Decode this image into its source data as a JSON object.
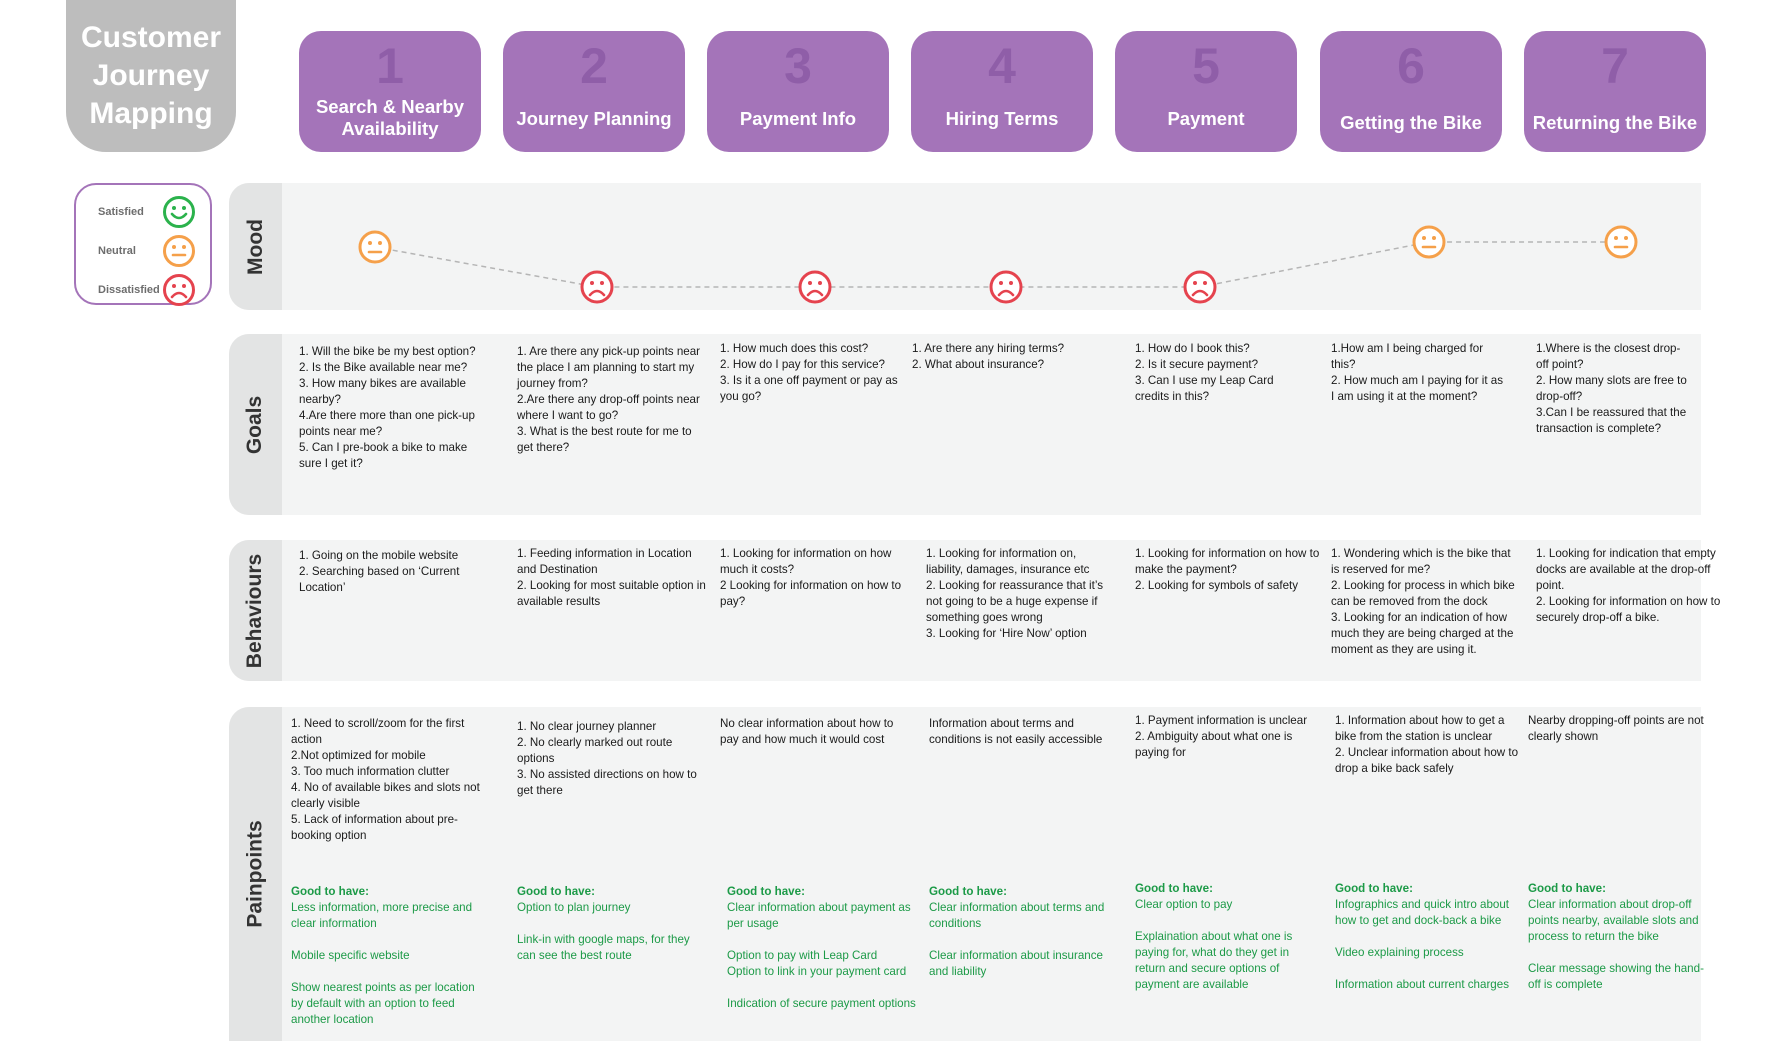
{
  "title": "Customer\nJourney\nMapping",
  "stages": [
    {
      "number": "1",
      "label": "Search & Nearby Availability"
    },
    {
      "number": "2",
      "label": "Journey Planning"
    },
    {
      "number": "3",
      "label": "Payment Info"
    },
    {
      "number": "4",
      "label": "Hiring Terms"
    },
    {
      "number": "5",
      "label": "Payment"
    },
    {
      "number": "6",
      "label": "Getting the Bike"
    },
    {
      "number": "7",
      "label": "Returning the Bike"
    }
  ],
  "legend": {
    "satisfied": "Satisfied",
    "neutral": "Neutral",
    "dissatisfied": "Dissatisfied"
  },
  "colors": {
    "satisfied": "#2bb24c",
    "neutral": "#f5a04a",
    "dissatisfied": "#e5434e",
    "stage": "#a474b9",
    "good_to_have": "#1c9a47"
  },
  "rows": {
    "mood": "Mood",
    "goals": "Goals",
    "behaviours": "Behaviours",
    "painpoints": "Painpoints"
  },
  "mood": [
    "neutral",
    "dissatisfied",
    "dissatisfied",
    "dissatisfied",
    "dissatisfied",
    "neutral",
    "neutral"
  ],
  "goals": [
    "1. Will the bike be my best option?\n2.  Is the Bike available near me?\n3. How many bikes are available nearby?\n4.Are there more than one pick-up points near me?\n5. Can I pre-book a bike to make sure I get it?",
    "1. Are there any pick-up points near the place I am planning to start my journey from?\n2.Are there any drop-off points near where I want to go?\n3. What is the best route for me to get there?",
    "1. How much does this cost?\n2. How do I pay for this service?\n3. Is it a one off payment or pay as you go?",
    "1. Are there any hiring terms?\n2. What about insurance?",
    "1. How do I book this?\n2.  Is it secure payment?\n3. Can I use my Leap Card credits in this?",
    "1.How am I being charged for this?\n2. How much am I paying for it as I am using it at the moment?",
    "1.Where is the closest drop-off point?\n2. How many slots are free to drop-off?\n3.Can I be reassured that the transaction is complete?"
  ],
  "behaviours": [
    "1. Going on the mobile website\n2. Searching based on ‘Current Location’",
    "1. Feeding information in Location and Destination\n2. Looking for most suitable option in available results",
    "1. Looking for information on how much it costs?\n2 Looking for information on how to pay?",
    "1. Looking for information on, liability, damages, insurance etc\n2. Looking for reassurance that it’s not going to be a huge expense if something goes wrong\n3. Looking for ‘Hire Now’ option",
    "1. Looking for information on how to make the payment?\n2. Looking for symbols of safety",
    "1. Wondering which is the bike that is reserved for me?\n2. Looking for process in which bike can be removed from the dock\n3. Looking for an indication of how much they are being charged at the moment as they are using it.",
    "1. Looking for indication that empty docks are available at the drop-off point.\n2. Looking for information on how to securely drop-off a bike."
  ],
  "painpoints": [
    "1. Need to scroll/zoom for the first action\n2.Not optimized for mobile\n3. Too much information clutter\n4. No of available bikes and slots not clearly visible\n5. Lack of information about pre-booking option",
    "1. No clear journey planner\n2. No clearly marked out route options\n3. No assisted directions on how to get there",
    "No clear information about how to pay and how much it would cost",
    "Information about terms and conditions is not easily accessible",
    "1. Payment information is unclear\n2. Ambiguity about what one is paying for",
    "1. Information about how to get a bike from the station is unclear\n2. Unclear information about how to drop a bike back safely",
    "Nearby dropping-off points are not clearly shown"
  ],
  "good_to_have_label": "Good to have:",
  "good_to_have": [
    "Less information, more precise and clear information\n\nMobile specific website\n\nShow nearest points as per location by default with an option to feed another location",
    "Option to plan journey\n\nLink-in with google maps, for they can see the best route",
    "Clear information about payment as per usage\n\nOption to pay with Leap Card\nOption to link in your payment card\n\nIndication of secure payment options",
    "Clear information about terms and conditions\n\nClear information about insurance and liability",
    "Clear option to pay\n\nExplaination about what one is paying for, what do they get in return and secure options of payment are available",
    "Infographics and quick intro about how to get and dock-back a bike\n\nVideo explaining process\n\nInformation about current charges",
    "Clear information about drop-off points nearby, available slots and process to return the bike\n\nClear message showing the hand-off is complete"
  ]
}
